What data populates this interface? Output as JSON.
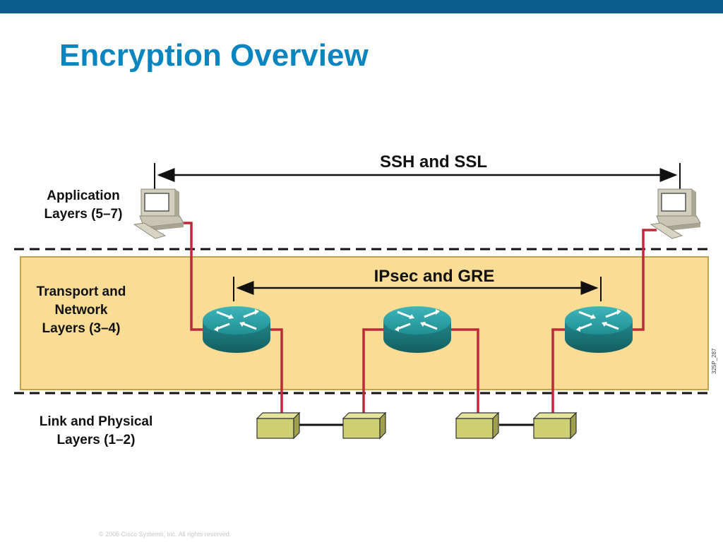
{
  "slide": {
    "title": "Encryption Overview",
    "footer": "© 2006 Cisco Systems, Inc. All rights reserved.",
    "code": "325P_287"
  },
  "layers": {
    "application": [
      "Application",
      "Layers (5–7)"
    ],
    "transport": [
      "Transport and",
      "Network",
      "Layers (3–4)"
    ],
    "link": [
      "Link and Physical",
      "Layers (1–2)"
    ]
  },
  "spans": {
    "ssh_ssl": "SSH and SSL",
    "ipsec_gre": "IPsec and GRE"
  },
  "colors": {
    "header_bar": "#0a5d8a",
    "title": "#0a85c0",
    "band": "#fadc94",
    "cable": "#c0283a",
    "router": "#2a9fa3",
    "switch": "#cfcf73"
  },
  "icons": {
    "host": "computer-icon",
    "router": "router-icon",
    "switch": "switch-icon"
  }
}
